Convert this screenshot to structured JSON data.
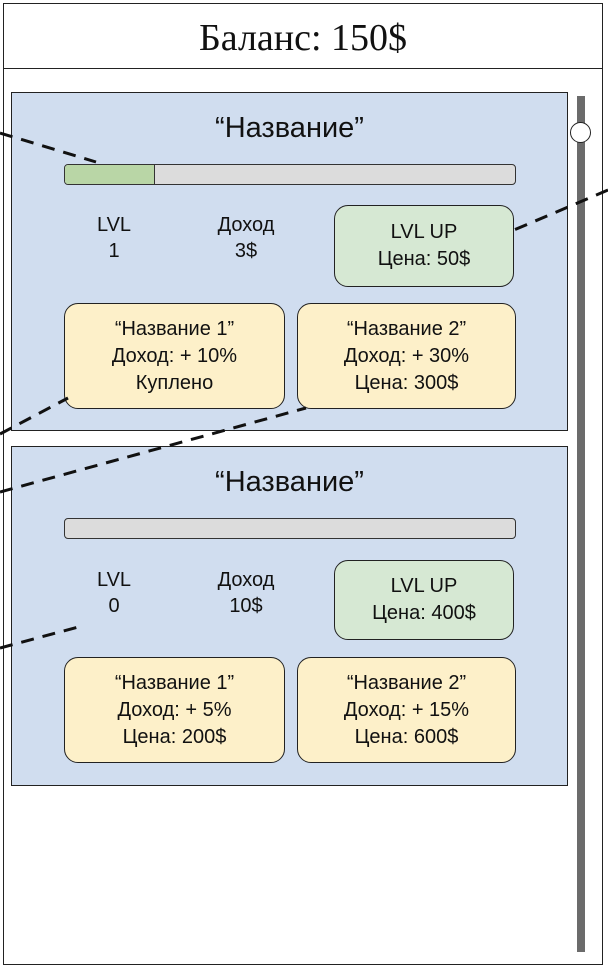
{
  "header": {
    "balance_text": "Баланс: 150$"
  },
  "cards": [
    {
      "title": "“Название”",
      "progress": 0.2,
      "level_label": "LVL",
      "level_value": "1",
      "income_label": "Доход",
      "income_value": "3$",
      "lvl_up": {
        "label": "LVL UP",
        "price": "Цена: 50$"
      },
      "upgrades": [
        {
          "name": "“Название 1”",
          "income": "Доход: + 10%",
          "status": "Куплено"
        },
        {
          "name": "“Название 2”",
          "income": "Доход: + 30%",
          "status": "Цена: 300$"
        }
      ]
    },
    {
      "title": "“Название”",
      "progress": 0,
      "level_label": "LVL",
      "level_value": "0",
      "income_label": "Доход",
      "income_value": "10$",
      "lvl_up": {
        "label": "LVL UP",
        "price": "Цена: 400$"
      },
      "upgrades": [
        {
          "name": "“Название 1”",
          "income": "Доход: + 5%",
          "status": "Цена: 200$"
        },
        {
          "name": "“Название 2”",
          "income": "Доход: + 15%",
          "status": "Цена: 600$"
        }
      ]
    }
  ],
  "colors": {
    "card_bg": "#d0ddef",
    "lvl_up_bg": "#d6e8d3",
    "upgrade_bg": "#fdf0c9",
    "progress_fill": "#b9d6a6",
    "progress_track": "#dcdcdc",
    "scrollbar": "#6b6b6b"
  }
}
